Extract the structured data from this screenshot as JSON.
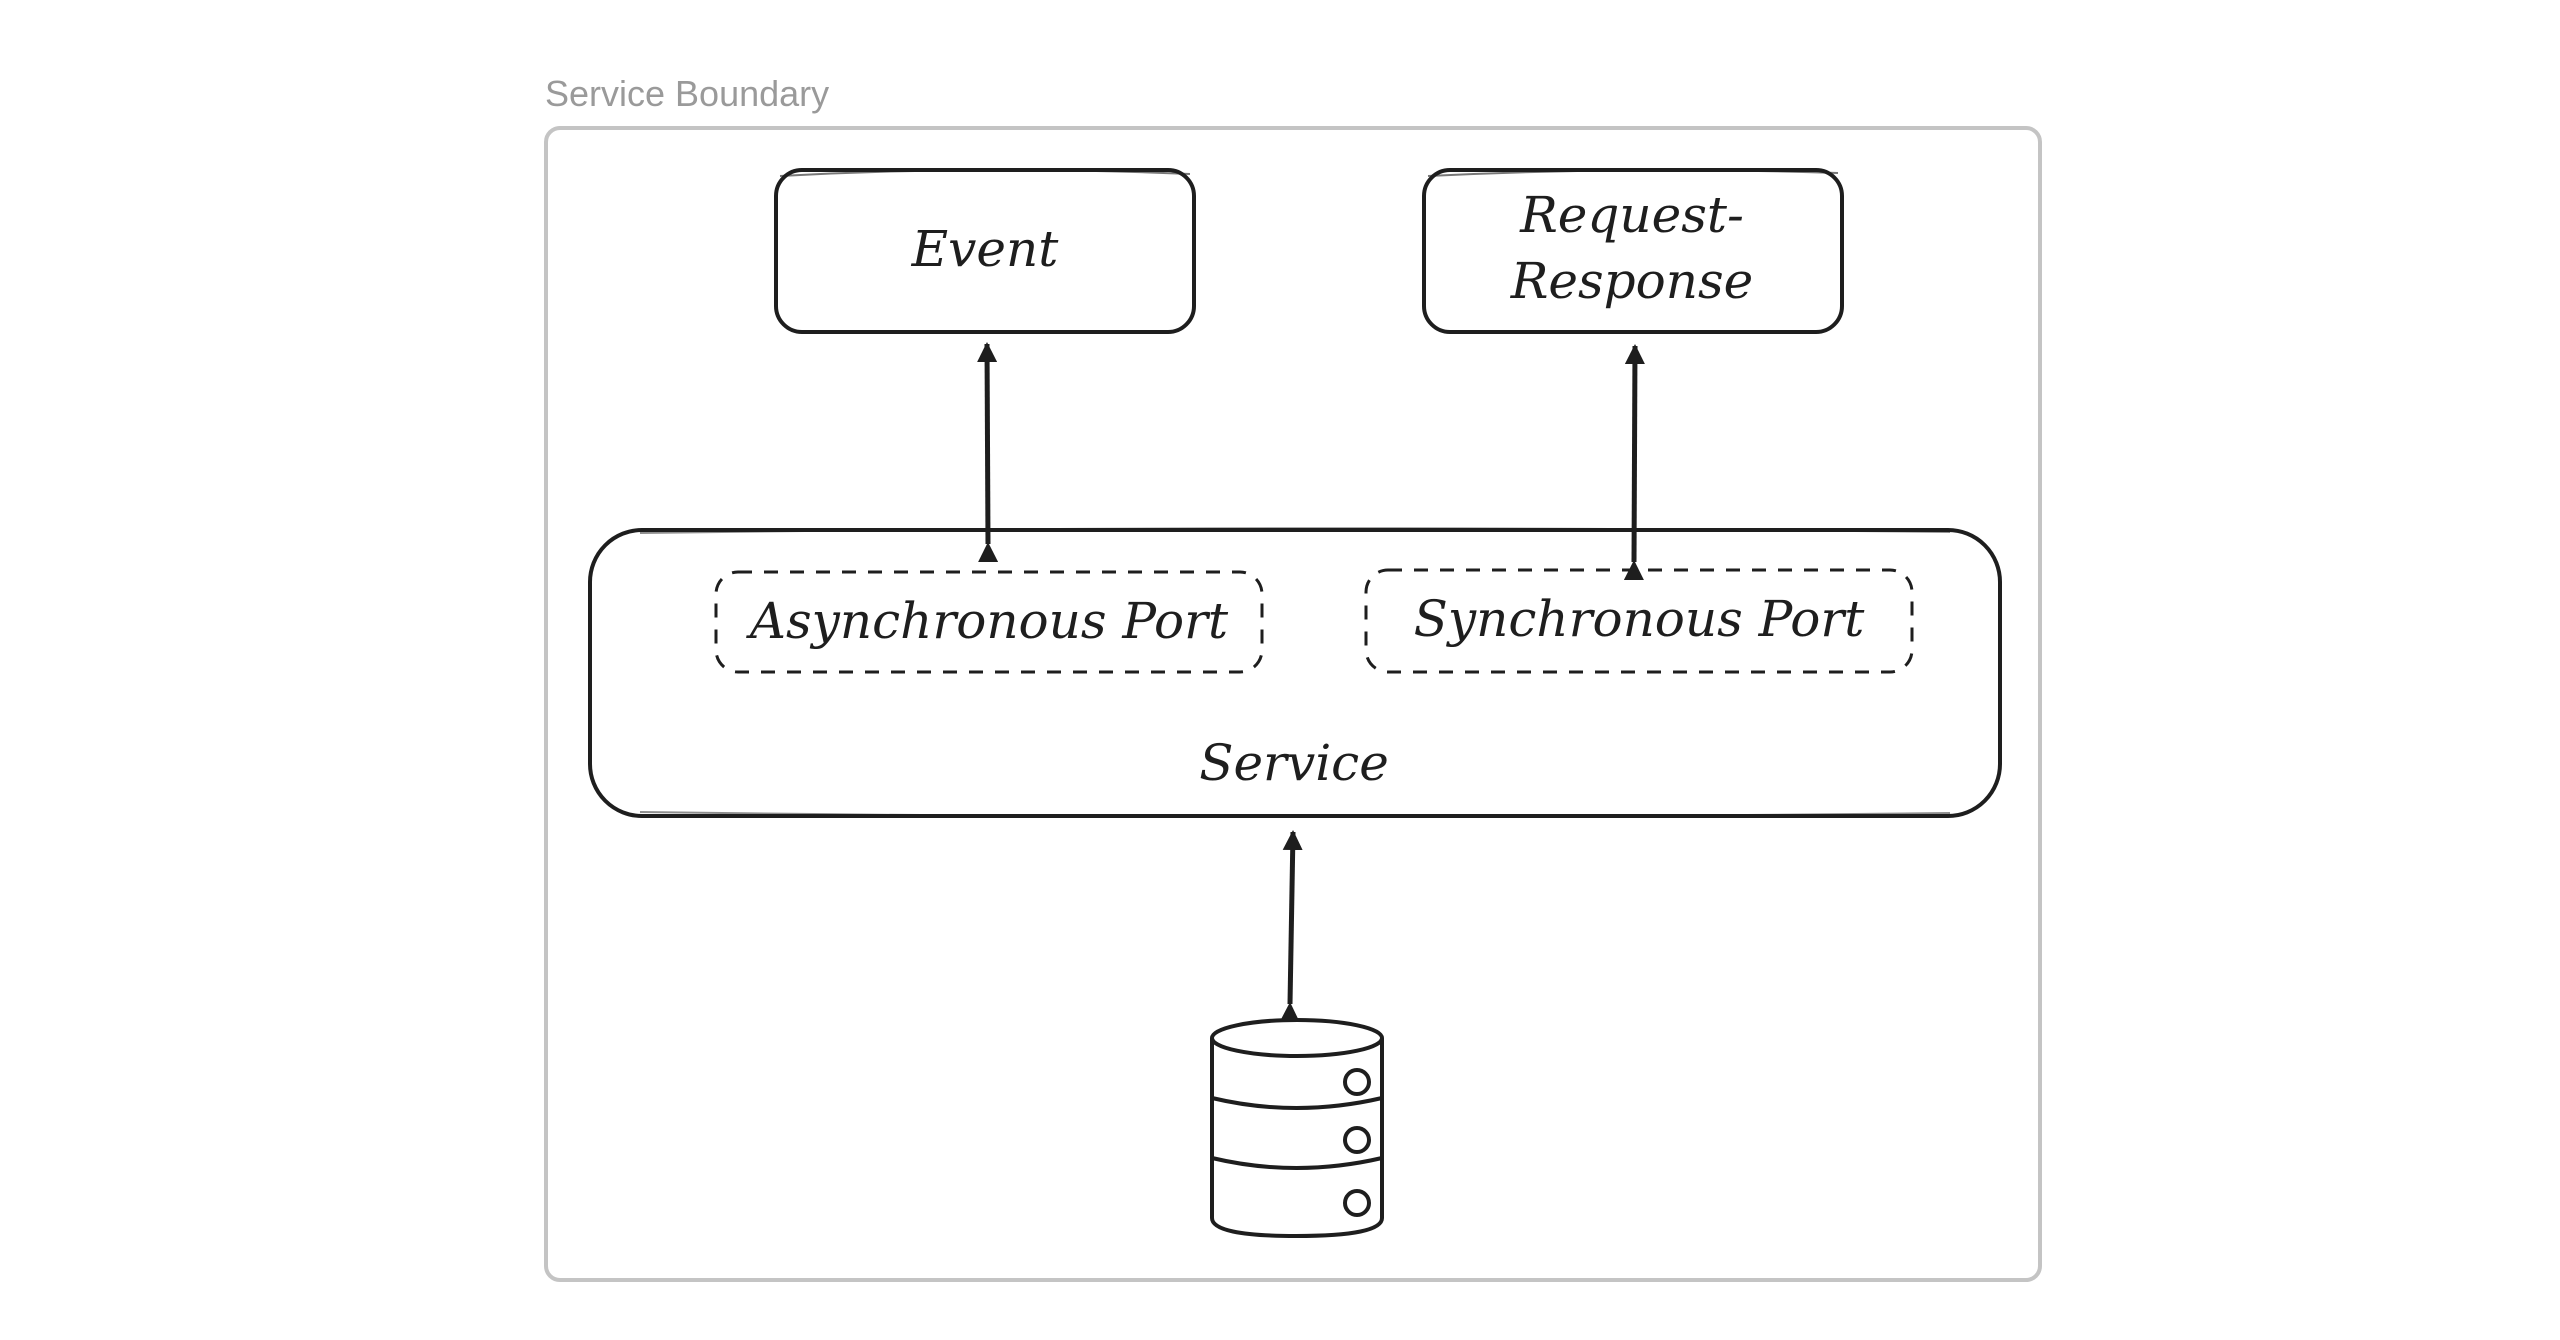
{
  "boundary": {
    "label": "Service Boundary"
  },
  "nodes": {
    "event": {
      "label": "Event"
    },
    "request_response": {
      "line1": "Request-",
      "line2": "Response"
    },
    "service": {
      "label": "Service"
    },
    "async_port": {
      "label": "Asynchronous Port"
    },
    "sync_port": {
      "label": "Synchronous Port"
    }
  },
  "icons": {
    "database": "database-icon"
  },
  "colors": {
    "stroke": "#1e1e1e",
    "boundary": "#c4c4c4",
    "boundary_label": "#9a9a9a",
    "background": "#ffffff"
  }
}
